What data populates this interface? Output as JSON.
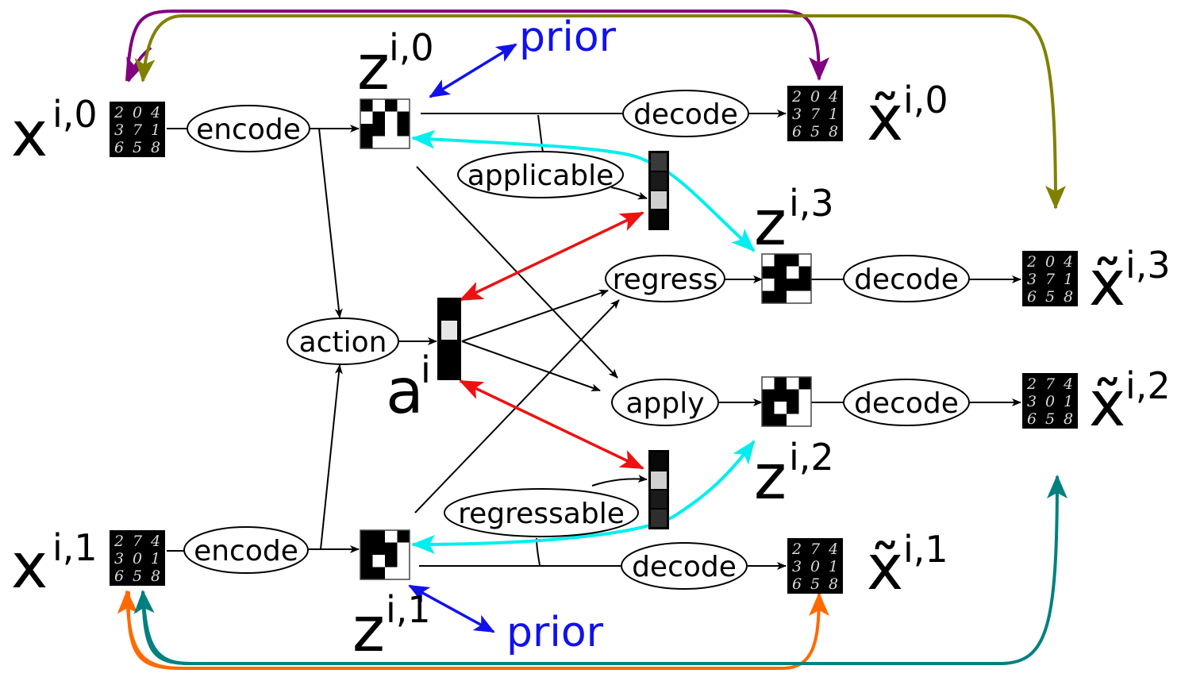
{
  "nodes": {
    "encode_top": "encode",
    "encode_bottom": "encode",
    "action": "action",
    "applicable": "applicable",
    "regressable": "regressable",
    "regress": "regress",
    "apply": "apply",
    "decode_0": "decode",
    "decode_1": "decode",
    "decode_2": "decode",
    "decode_3": "decode"
  },
  "labels": {
    "x0": {
      "base": "x",
      "sup": "i,0"
    },
    "x1": {
      "base": "x",
      "sup": "i,1"
    },
    "z0": {
      "base": "z",
      "sup": "i,0"
    },
    "z1": {
      "base": "z",
      "sup": "i,1"
    },
    "z2": {
      "base": "z",
      "sup": "i,2"
    },
    "z3": {
      "base": "z",
      "sup": "i,3"
    },
    "a": {
      "base": "a",
      "sup": "i"
    },
    "xt0": {
      "base": "x̃",
      "sup": "i,0"
    },
    "xt1": {
      "base": "x̃",
      "sup": "i,1"
    },
    "xt2": {
      "base": "x̃",
      "sup": "i,2"
    },
    "xt3": {
      "base": "x̃",
      "sup": "i,3"
    }
  },
  "prior_top": "prior",
  "prior_bottom": "prior",
  "mnist": {
    "grid_a": [
      [
        "2",
        "0",
        "4"
      ],
      [
        "3",
        "7",
        "1"
      ],
      [
        "6",
        "5",
        "8"
      ]
    ],
    "grid_b": [
      [
        "2",
        "7",
        "4"
      ],
      [
        "3",
        "0",
        "1"
      ],
      [
        "6",
        "5",
        "8"
      ]
    ]
  },
  "colors": {
    "prior": "#1111ee",
    "loss_red": "#ee1111",
    "cyan": "#00eeee",
    "purple": "#800080",
    "olive": "#808000",
    "orange": "#ff6a00",
    "teal": "#008080"
  }
}
